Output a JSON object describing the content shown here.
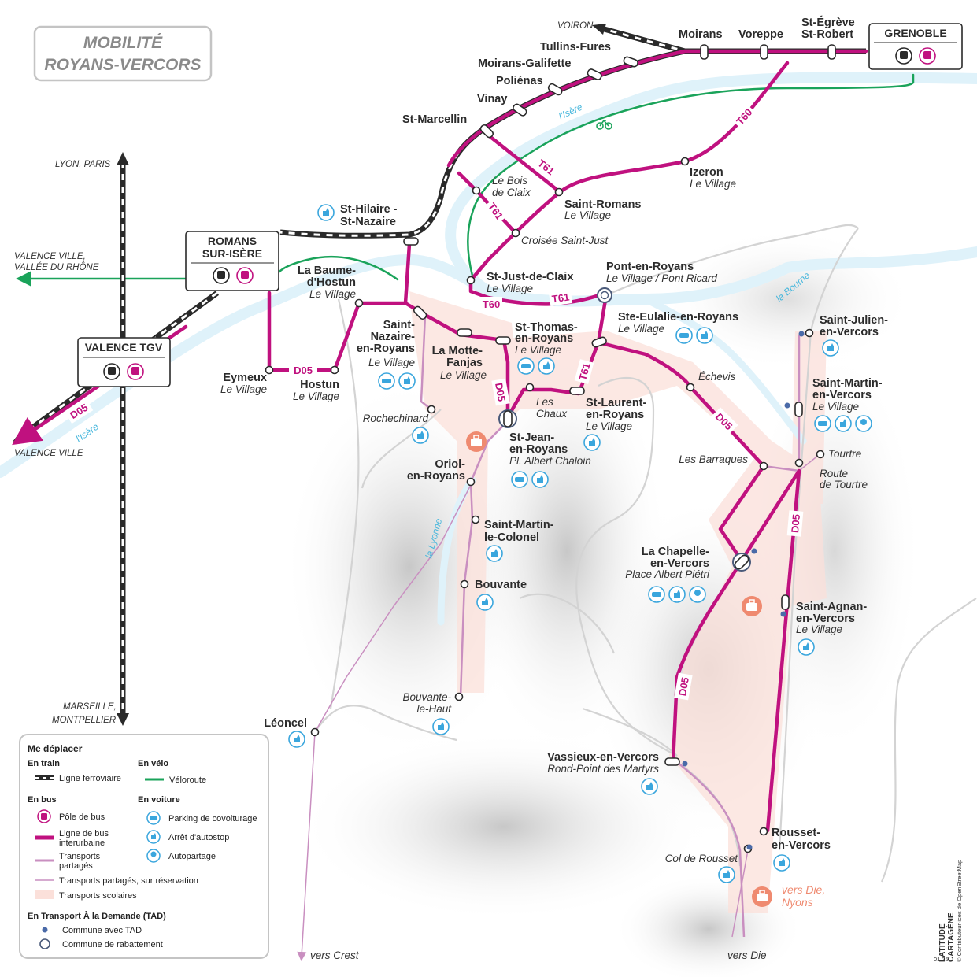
{
  "title": {
    "line1": "MOBILITÉ",
    "line2": "ROYANS-VERCORS"
  },
  "directions": {
    "voiron": "VOIRON",
    "lyon": "LYON, PARIS",
    "valence_ville_rhone_1": "VALENCE VILLE,",
    "valence_ville_rhone_2": "VALLÉE DU RHÔNE",
    "valence_ville": "VALENCE VILLE",
    "marseille_1": "MARSEILLE,",
    "marseille_2": "MONTPELLIER",
    "vers_crest": "vers Crest",
    "vers_die": "vers Die",
    "vers_die_nyons_1": "vers Die,",
    "vers_die_nyons_2": "Nyons"
  },
  "rivers": {
    "isere_1": "l'Isère",
    "isere_2": "l'Isère",
    "bourne": "la Bourne",
    "lyonne": "la Lyonne"
  },
  "hubs": {
    "grenoble": "GRENOBLE",
    "romans_1": "ROMANS",
    "romans_2": "SUR-ISÈRE",
    "valence_tgv": "VALENCE TGV"
  },
  "routes": {
    "d05": "D05",
    "t60": "T60",
    "t61": "T61"
  },
  "places": {
    "moirans": "Moirans",
    "voreppe": "Voreppe",
    "st_egreve_1": "St-Égrève",
    "st_egreve_2": "St-Robert",
    "tullins": "Tullins-Fures",
    "moirans_galifette": "Moirans-Galifette",
    "polienas": "Poliénas",
    "vinay": "Vinay",
    "st_marcellin": "St-Marcellin",
    "le_bois_1": "Le Bois",
    "le_bois_2": "de Claix",
    "izeron": "Izeron",
    "izeron_sub": "Le Village",
    "saint_romans": "Saint-Romans",
    "saint_romans_sub": "Le Village",
    "croisee": "Croisée Saint-Just",
    "st_hilaire_1": "St-Hilaire -",
    "st_hilaire_2": "St-Nazaire",
    "st_just": "St-Just-de-Claix",
    "st_just_sub": "Le Village",
    "pont_en_royans": "Pont-en-Royans",
    "pont_sub": "Le Village / Pont Ricard",
    "la_baume_1": "La Baume-",
    "la_baume_2": "d'Hostun",
    "la_baume_sub": "Le Village",
    "st_nazaire_1": "Saint-",
    "st_nazaire_2": "Nazaire-",
    "st_nazaire_3": "en-Royans",
    "st_nazaire_sub": "Le Village",
    "la_motte_1": "La Motte-",
    "la_motte_2": "Fanjas",
    "la_motte_sub": "Le Village",
    "st_thomas_1": "St-Thomas-",
    "st_thomas_2": "en-Royans",
    "st_thomas_sub": "Le Village",
    "ste_eulalie": "Ste-Eulalie-en-Royans",
    "ste_eulalie_sub": "Le Village",
    "st_julien_1": "Saint-Julien-",
    "st_julien_2": "en-Vercors",
    "echevis": "Échevis",
    "eymeux": "Eymeux",
    "eymeux_sub": "Le Village",
    "hostun": "Hostun",
    "hostun_sub": "Le Village",
    "rochechinard": "Rochechinard",
    "les_chaux_1": "Les",
    "les_chaux_2": "Chaux",
    "st_laurent_1": "St-Laurent-",
    "st_laurent_2": "en-Royans",
    "st_laurent_sub": "Le Village",
    "st_martin_v_1": "Saint-Martin-",
    "st_martin_v_2": "en-Vercors",
    "st_martin_v_sub": "Le Village",
    "st_jean_1": "St-Jean-",
    "st_jean_2": "en-Royans",
    "st_jean_sub": "Pl. Albert Chaloin",
    "oriol_1": "Oriol-",
    "oriol_2": "en-Royans",
    "les_barraques": "Les Barraques",
    "tourtre": "Tourtre",
    "route_tourtre_1": "Route",
    "route_tourtre_2": "de Tourtre",
    "st_martin_c_1": "Saint-Martin-",
    "st_martin_c_2": "le-Colonel",
    "la_chapelle_1": "La Chapelle-",
    "la_chapelle_2": "en-Vercors",
    "la_chapelle_sub": "Place Albert Piétri",
    "bouvante": "Bouvante",
    "st_agnan_1": "Saint-Agnan-",
    "st_agnan_2": "en-Vercors",
    "st_agnan_sub": "Le Village",
    "bouvante_haut_1": "Bouvante-",
    "bouvante_haut_2": "le-Haut",
    "leoncel": "Léoncel",
    "vassieux": "Vassieux-en-Vercors",
    "vassieux_sub": "Rond-Point des Martyrs",
    "rousset_1": "Rousset-",
    "rousset_2": "en-Vercors",
    "col_rousset": "Col de Rousset"
  },
  "legend": {
    "title": "Me déplacer",
    "train": "En train",
    "rail": "Ligne ferroviaire",
    "velo": "En vélo",
    "veloroute": "Véloroute",
    "bus": "En bus",
    "pole": "Pôle de bus",
    "ligne_1": "Ligne de bus",
    "ligne_2": "interurbaine",
    "voiture": "En voiture",
    "parking": "Parking de covoiturage",
    "autostop": "Arrêt d'autostop",
    "autopartage": "Autopartage",
    "partages_1": "Transports",
    "partages_2": "partagés",
    "reservation": "Transports partagés, sur réservation",
    "scolaires": "Transports scolaires",
    "tad": "En Transport À la Demande (TAD)",
    "tad_commune": "Commune avec TAD",
    "rabattement": "Commune de rabattement"
  },
  "credits": {
    "brand_1": "LATITUDE",
    "brand_2": "CARTAGÈNE",
    "osm": "© Contributeur·ices de OpenStreetMap",
    "date": "01.25"
  },
  "colors": {
    "bus": "#c0117f",
    "shared": "#c98fc0",
    "rail": "#2a2a2a",
    "velo": "#1aa35a",
    "river": "#dff2fa",
    "school": "#fbe0da",
    "icon": "#3aa6dd",
    "school_icon": "#ef8a70"
  }
}
